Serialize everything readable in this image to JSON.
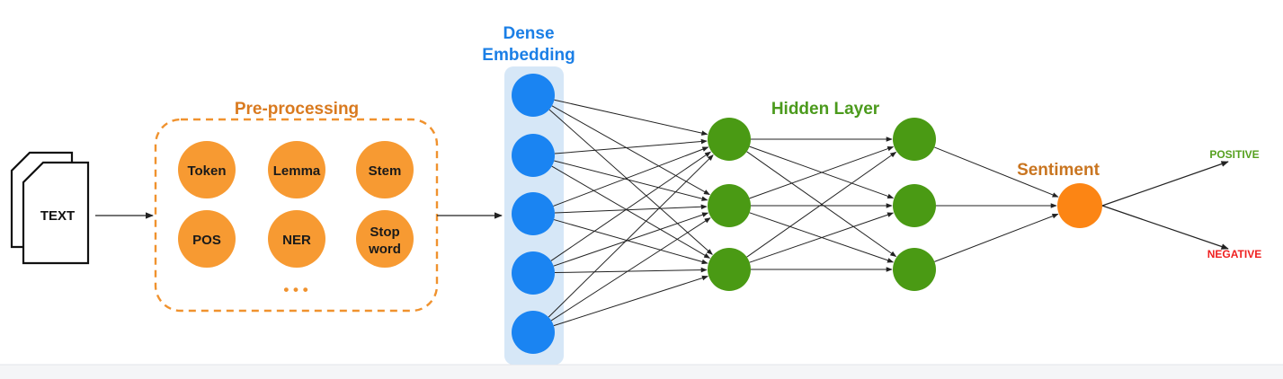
{
  "input": {
    "label": "TEXT"
  },
  "preprocessing": {
    "title": "Pre-processing",
    "items": [
      "Token",
      "Lemma",
      "Stem",
      "POS",
      "NER",
      "Stop word"
    ],
    "ellipsis": "• • •"
  },
  "embedding": {
    "title_line1": "Dense",
    "title_line2": "Embedding",
    "node_count": 5
  },
  "hidden": {
    "title": "Hidden Layer",
    "layers": 2,
    "nodes_per_layer": 3
  },
  "output": {
    "title": "Sentiment",
    "positive": "POSITIVE",
    "negative": "NEGATIVE"
  },
  "colors": {
    "preprocessing_orange": "#f79a32",
    "preprocessing_title": "#d97a1f",
    "embedding_blue": "#1a84f2",
    "embedding_title": "#1b7fe6",
    "embedding_bg": "#d6e7f7",
    "hidden_green": "#4a9a14",
    "hidden_title": "#4b9a1c",
    "sentiment_node": "#fc8514",
    "sentiment_title": "#c97520",
    "positive": "#56a01f",
    "negative": "#ef2020",
    "line": "#222222"
  }
}
